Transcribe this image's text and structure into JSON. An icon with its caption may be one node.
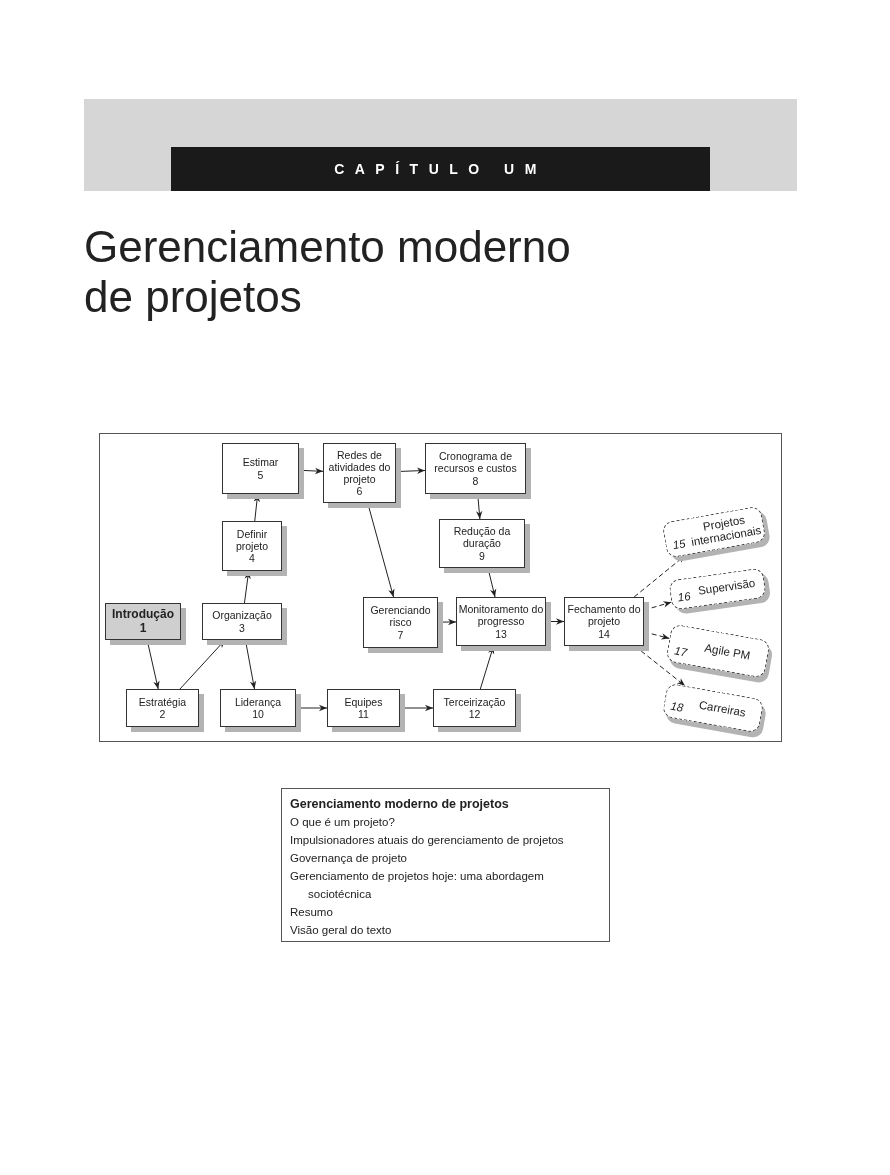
{
  "diagram": {
    "title": "Gerenciamento moderno de projetos",
    "nodes": [
      {
        "text": [
          "Introdução",
          "1"
        ]
      },
      {
        "text": [
          "Estratégia",
          "2"
        ]
      },
      {
        "text": [
          "Organização",
          "3"
        ]
      },
      {
        "text": [
          "Definir projeto",
          "4"
        ]
      },
      {
        "text": [
          "Estimar",
          "5"
        ]
      },
      {
        "text": [
          "Redes de atividades do projeto",
          "6"
        ]
      },
      {
        "text": [
          "Gerenciando risco",
          "7"
        ]
      },
      {
        "text": [
          "Cronograma de recursos e custos",
          "8"
        ]
      },
      {
        "text": [
          "Redução da duração",
          "9"
        ]
      },
      {
        "text": [
          "Liderança",
          "10"
        ]
      },
      {
        "text": [
          "Equipes",
          "11"
        ]
      },
      {
        "text": [
          "Terceirização",
          "12"
        ]
      },
      {
        "text": [
          "Monitoramento do progresso",
          "13"
        ]
      },
      {
        "text": [
          "Fechamento do projeto",
          "14"
        ]
      },
      {
        "text": [
          "15",
          "Projetos internacionais"
        ]
      },
      {
        "text": [
          "16",
          "Supervisão"
        ]
      },
      {
        "text": [
          "17",
          "Agile PM"
        ]
      },
      {
        "text": [
          "18",
          "Carreiras"
        ]
      },
      {
        "text": [
          "CAPÍTULO UM"
        ]
      },
      {
        "text": [
          "Gerenciamento moderno de projetos",
          "O que é um projeto?",
          "Impulsionadores atuais do gerenciamento de projetos",
          "Governança de projeto",
          "Gerenciamento de projetos hoje: uma abordagem sociotécnica",
          "Resumo",
          "Visão geral do texto"
        ]
      }
    ],
    "edges": [
      {
        "from": 0,
        "to": 1,
        "arrow": "to"
      },
      {
        "from": 1,
        "to": 2,
        "arrow": "to"
      },
      {
        "from": 2,
        "to": 3,
        "arrow": "to"
      },
      {
        "from": 3,
        "to": 4,
        "arrow": "to"
      },
      {
        "from": 4,
        "to": 5,
        "arrow": "to"
      },
      {
        "from": 5,
        "to": 7,
        "arrow": "to"
      },
      {
        "from": 5,
        "to": 6,
        "arrow": "to"
      },
      {
        "from": 7,
        "to": 8,
        "arrow": "to"
      },
      {
        "from": 2,
        "to": 9,
        "arrow": "to"
      },
      {
        "from": 9,
        "to": 10,
        "arrow": "to"
      },
      {
        "from": 10,
        "to": 11,
        "arrow": "to"
      },
      {
        "from": 11,
        "to": 12,
        "arrow": "to"
      },
      {
        "from": 6,
        "to": 12,
        "arrow": "to"
      },
      {
        "from": 8,
        "to": 12,
        "arrow": "to"
      },
      {
        "from": 12,
        "to": 13,
        "arrow": "to"
      },
      {
        "from": 13,
        "to": 14,
        "arrow": "to",
        "style": "dashed"
      },
      {
        "from": 13,
        "to": 15,
        "arrow": "to",
        "style": "dashed"
      },
      {
        "from": 13,
        "to": 16,
        "arrow": "to",
        "style": "dashed"
      },
      {
        "from": 13,
        "to": 17,
        "arrow": "to",
        "style": "dashed"
      }
    ]
  }
}
